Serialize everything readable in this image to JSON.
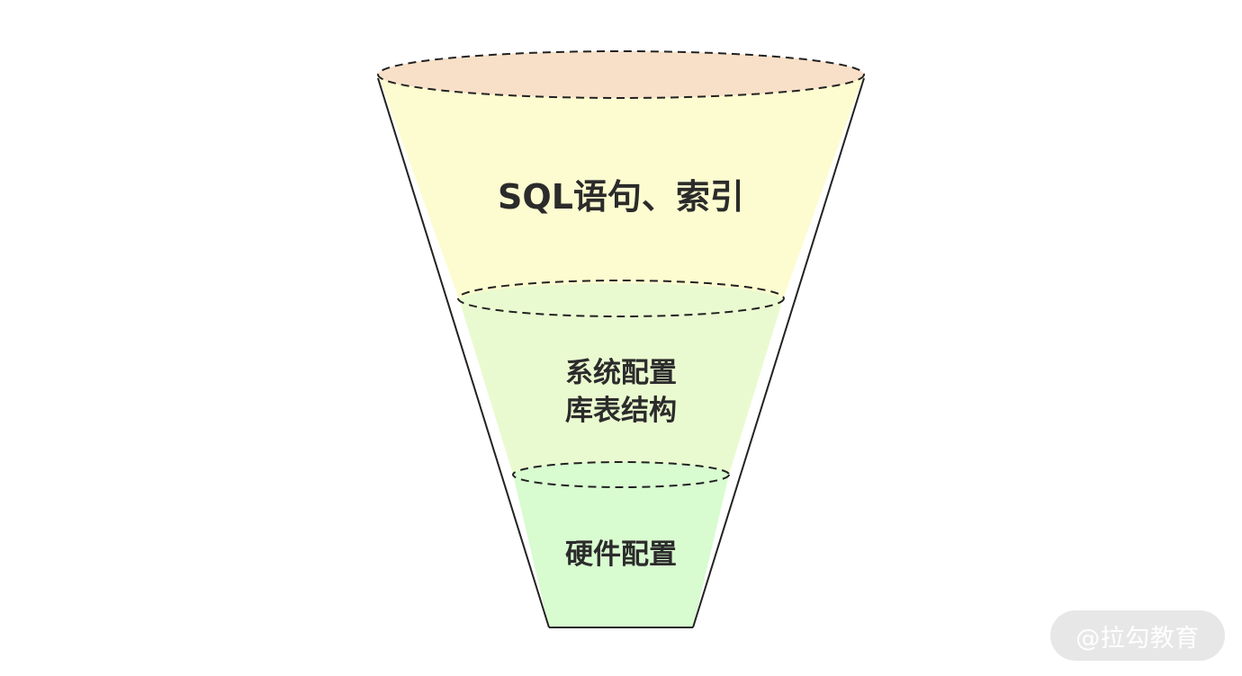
{
  "funnel": {
    "layers": [
      {
        "id": "top",
        "lines": [
          "SQL语句、索引"
        ]
      },
      {
        "id": "middle",
        "lines": [
          "系统配置",
          "库表结构"
        ]
      },
      {
        "id": "bottom",
        "lines": [
          "硬件配置"
        ]
      }
    ],
    "colors": {
      "top_rim": "#f8e0c8",
      "top_body": "#fdfcd0",
      "middle_body": "#eafad0",
      "bottom_body": "#d8fbd0",
      "stroke": "#222222"
    }
  },
  "watermark": {
    "text": "@拉勾教育"
  }
}
